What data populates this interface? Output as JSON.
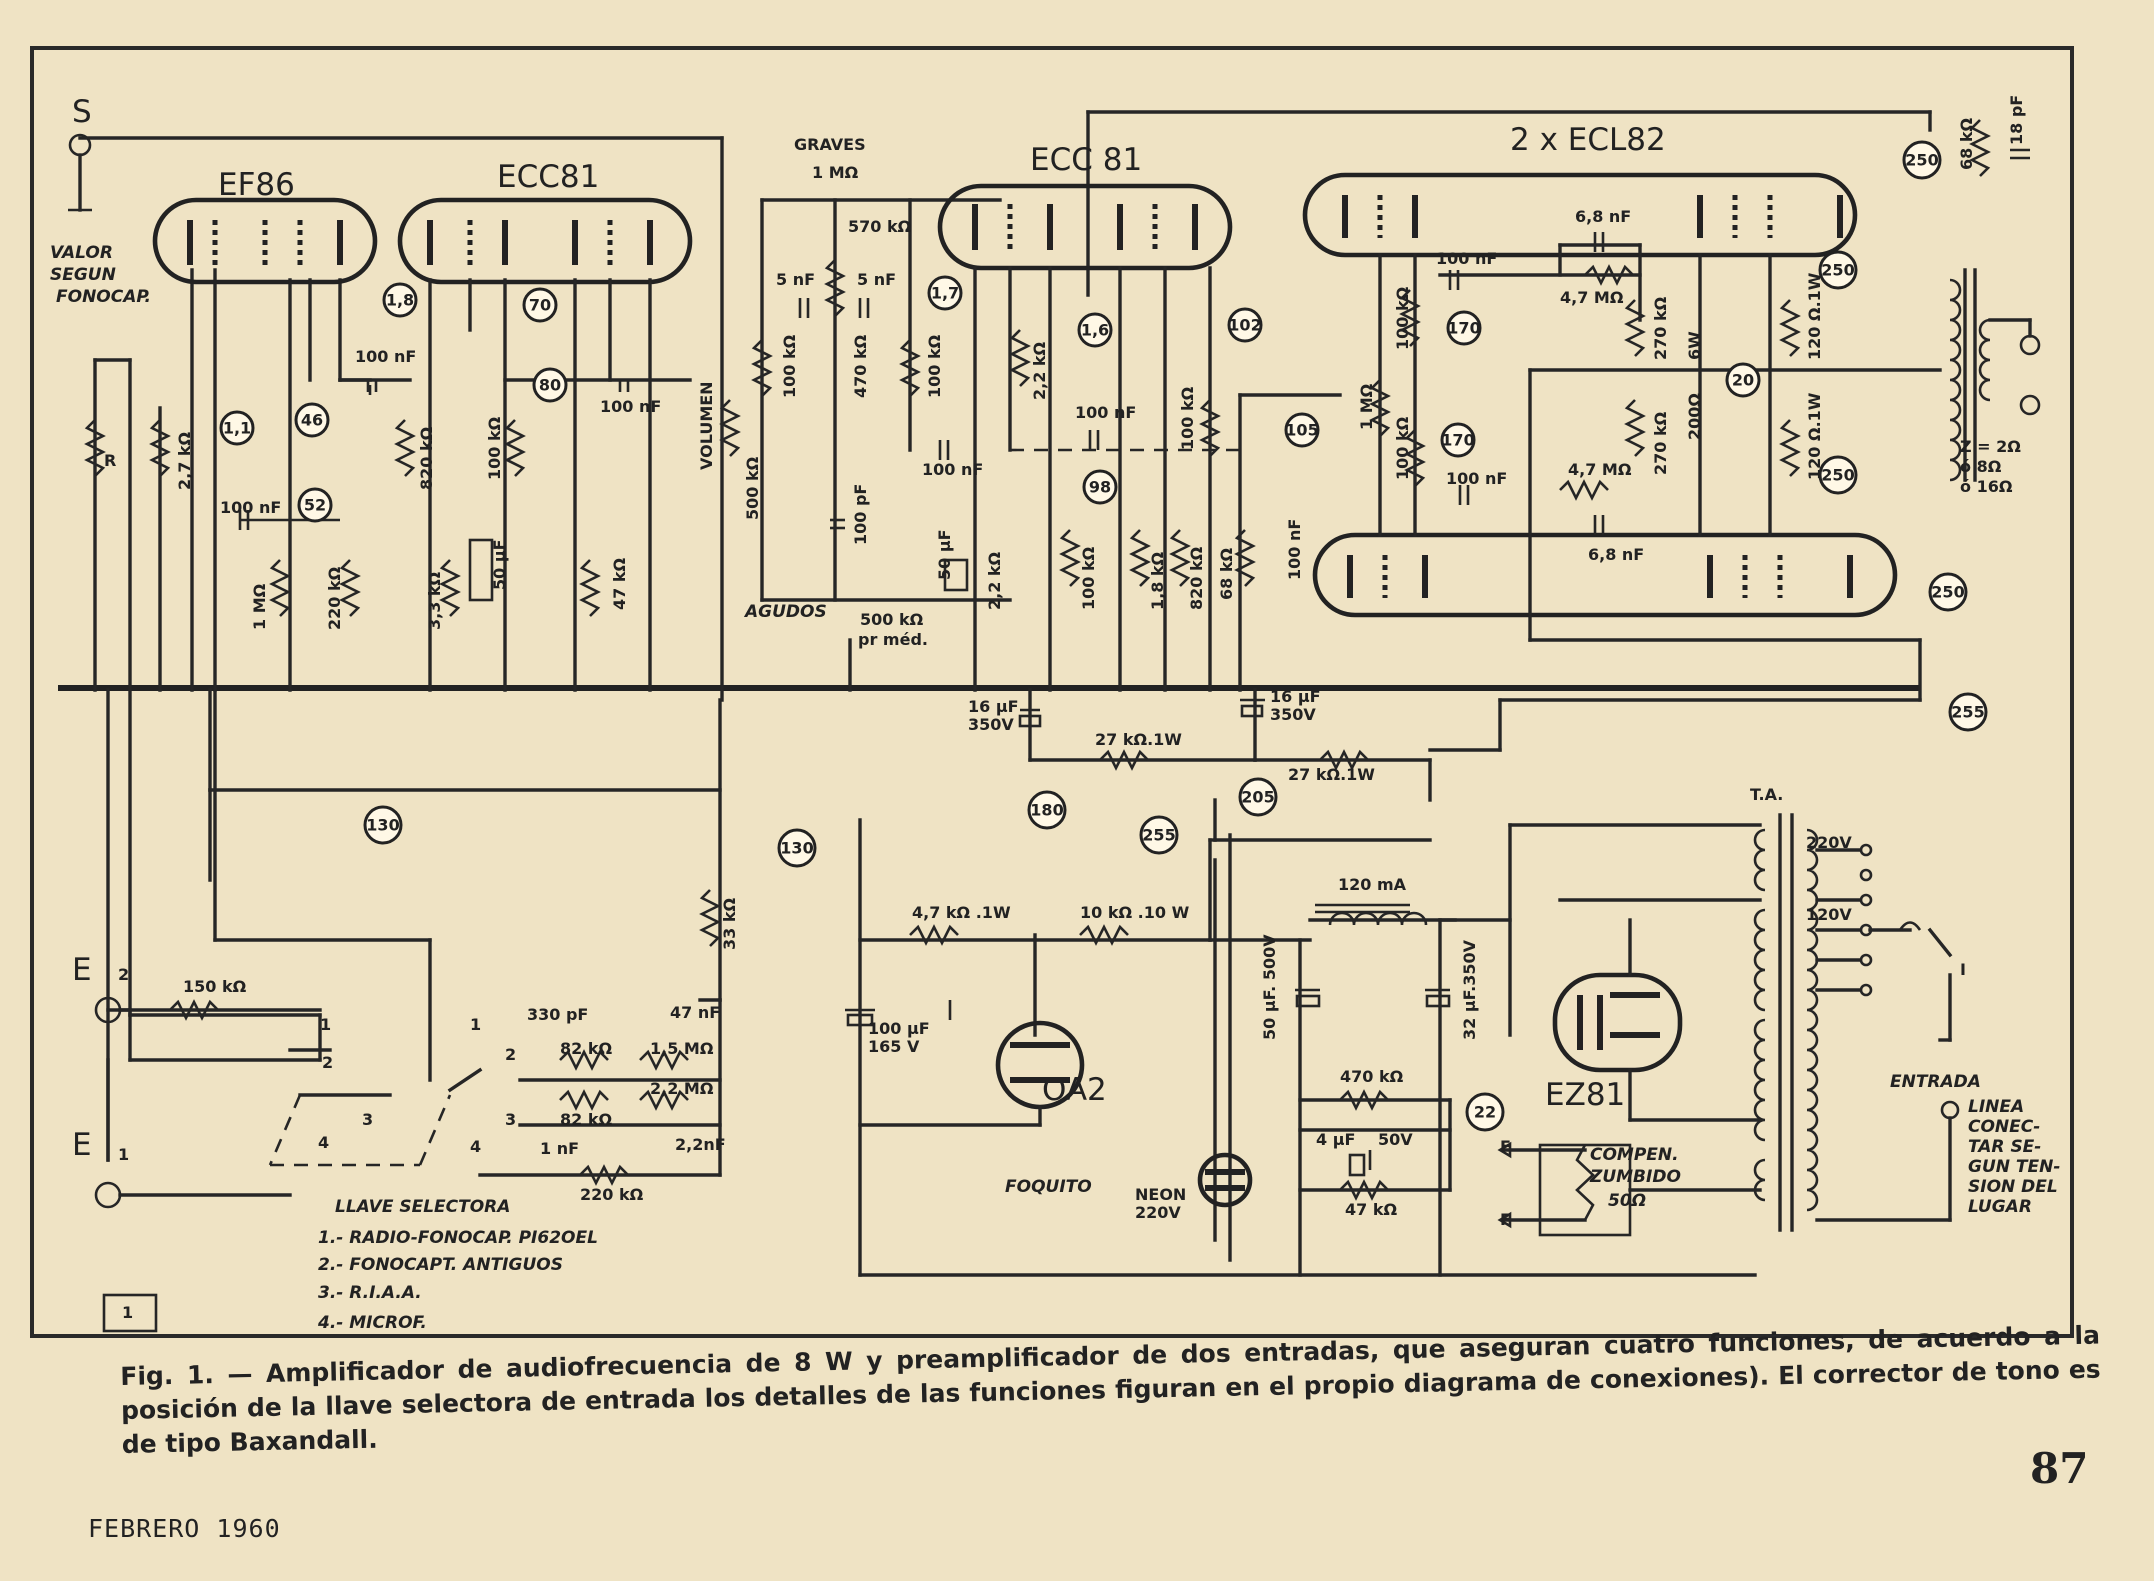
{
  "diagram": {
    "tubes": {
      "v1": "EF86",
      "v2": "ECC81",
      "v3": "ECC 81",
      "v4": "2 x ECL82",
      "rect": "EZ81",
      "reg": "OA2",
      "neon_label": "FOQUITO",
      "neon_rating": "NEON\n220V"
    },
    "terminals": {
      "s": "S",
      "e2": "E",
      "e2_sub": "2",
      "e1": "E",
      "e1_sub": "1"
    },
    "notes": {
      "cartridge": [
        "VALOR",
        "SEGUN",
        "FONOCAP."
      ],
      "r_label": "R",
      "graves": "GRAVES",
      "agudos": "AGUDOS",
      "volumen": "VOLUMEN",
      "entrada": "ENTRADA",
      "linea": [
        "LINEA",
        "CONEC-",
        "TAR SE-",
        "GUN TEN-",
        "SION DEL",
        "LUGAR"
      ],
      "compen": [
        "COMPEN.",
        "ZUMBIDO",
        "50Ω"
      ],
      "ta": "T.A.",
      "impedance": [
        "Z = 2Ω",
        "ó 8Ω",
        "ó 16Ω"
      ],
      "i": "I",
      "f1": "F",
      "f2": "F",
      "fig_box": "1"
    },
    "selector": {
      "title": "LLAVE SELECTORA",
      "items": [
        "1.- RADIO-FONOCAP. PI62OEL",
        "2.- FONOCAPT. ANTIGUOS",
        "3.- R.I.A.A.",
        "4.- MICROF."
      ],
      "positions": [
        "1",
        "2",
        "3",
        "4"
      ]
    },
    "components": {
      "r_27k": "2,7 kΩ",
      "c_100n_a": "100 nF",
      "r_1m_a": "1 MΩ",
      "r_220k": "220 kΩ",
      "c_100n_b": "100 nF",
      "r_820k_a": "820 kΩ",
      "r_3_3k": "3,3 kΩ",
      "c_50u_a": "50 µF",
      "r_100k_a": "100 kΩ",
      "r_47k_a": "47 kΩ",
      "c_100n_c": "100 nF",
      "pot_vol": "500 kΩ",
      "pot_graves": "1 MΩ",
      "r_570k": "570 kΩ",
      "c_5n_a": "5 nF",
      "c_5n_b": "5 nF",
      "r_100k_b": "100 kΩ",
      "r_470k_a": "470 kΩ",
      "r_100k_c": "100 kΩ",
      "c_100p": "100 pF",
      "pot_agudos": "500 kΩ",
      "pot_agudos_sub": "pr méd.",
      "c_100n_d": "100 nF",
      "c_50u_b": "50 µF",
      "r_2_2k_a": "2,2 kΩ",
      "r_2_2k_b": "2,2 kΩ",
      "c_100n_e": "100 nF",
      "r_100k_d": "100 kΩ",
      "r_1_8k": "1,8 kΩ",
      "r_100k_e": "100 kΩ",
      "r_820k_b": "820 kΩ",
      "r_68k": "68 kΩ",
      "c_100n_f": "100 nF",
      "r_1m_b": "1 MΩ",
      "r_100k_f": "100 kΩ",
      "r_100k_g": "100 kΩ",
      "c_100n_g": "100 nF",
      "c_100n_h": "100 nF",
      "c_6_8n_a": "6,8 nF",
      "r_4_7m_a": "4,7 MΩ",
      "r_270k_a": "270 kΩ",
      "r_6w": "6W",
      "r_200": "200Ω",
      "r_270k_b": "270 kΩ",
      "r_4_7m_b": "4,7 MΩ",
      "c_6_8n_b": "6,8 nF",
      "r_120_a": "120 Ω.1W",
      "r_120_b": "120 Ω.1W",
      "r_68k_b": "68 kΩ",
      "c_18p": "18 pF",
      "c_16u_a": "16 µF\n350V",
      "c_16u_b": "16 µF\n350V",
      "r_27k_1w_a": "27 kΩ.1W",
      "r_27k_1w_b": "27 kΩ.1W",
      "r_33k": "33 kΩ",
      "r_150k": "150 kΩ",
      "c_330p": "330 pF",
      "c_47n": "47 nF",
      "r_82k_a": "82 kΩ",
      "r_1_5m": "1,5 MΩ",
      "r_82k_b": "82 kΩ",
      "r_2_2m": "2,2 MΩ",
      "c_1n": "1 nF",
      "c_2_2n": "2,2nF",
      "r_220k_b": "220 kΩ",
      "c_100u": "100 µF\n165 V",
      "r_4_7k": "4,7 kΩ .1W",
      "r_10k": "10 kΩ .10 W",
      "choke": "120 mA",
      "c_50u_500": "50 µF. 500V",
      "c_32u": "32 µF.350V",
      "r_470k_b": "470 kΩ",
      "c_4u": "4 µF",
      "c_4u_v": "50V",
      "r_47k_b": "47 kΩ",
      "sec_220": "220V",
      "sec_120": "120V"
    },
    "voltages": [
      "1,8",
      "70",
      "1,1",
      "46",
      "52",
      "80",
      "130",
      "1,7",
      "1,6",
      "102",
      "98",
      "105",
      "170",
      "170",
      "20",
      "250",
      "250",
      "250",
      "250",
      "255",
      "180",
      "205",
      "130",
      "255",
      "22"
    ]
  },
  "caption": "Fig. 1. — Amplificador de audiofrecuencia de 8 W y preamplificador de dos entradas, que aseguran cuatro funciones, de acuerdo a la posición de la llave selectora de entrada los detalles de las funciones figuran en el propio diagrama de conexiones). El corrector de tono es de tipo Baxandall.",
  "page_number": "87",
  "footer": "FEBRERO 1960"
}
